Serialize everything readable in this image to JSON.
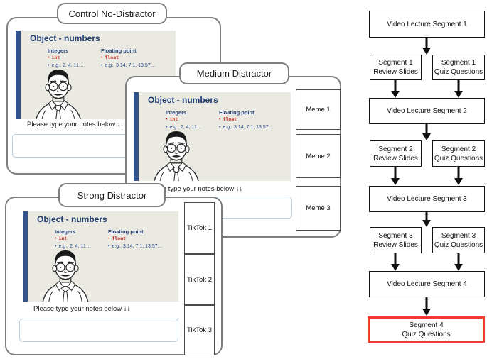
{
  "conditions": [
    {
      "label": "Control No-Distractor",
      "distractors": []
    },
    {
      "label": "Medium Distractor",
      "distractors": [
        "Meme 1",
        "Meme 2",
        "Meme 3"
      ]
    },
    {
      "label": "Strong Distractor",
      "distractors": [
        "TikTok 1",
        "TikTok 2",
        "TikTok 3"
      ]
    }
  ],
  "lecture_slide": {
    "title": "Object - numbers",
    "columns": [
      {
        "heading": "Integers",
        "code": "int",
        "example": "e.g., 2, 4, 11…"
      },
      {
        "heading": "Floating point",
        "code": "float",
        "example": "e.g., 3.14, 7.1, 13.57…"
      }
    ]
  },
  "notes_prompt": "Please type your notes below ↓↓",
  "notes_input_value": "",
  "flowchart": {
    "nodes": [
      {
        "label": "Video Lecture Segment 1"
      },
      {
        "label": "Segment 1\nReview Slides"
      },
      {
        "label": "Segment 1\nQuiz Questions"
      },
      {
        "label": "Video Lecture Segment 2"
      },
      {
        "label": "Segment 2\nReview Slides"
      },
      {
        "label": "Segment 2\nQuiz Questions"
      },
      {
        "label": "Video Lecture Segment 3"
      },
      {
        "label": "Segment 3\nReview Slides"
      },
      {
        "label": "Segment 3\nQuiz Questions"
      },
      {
        "label": "Video Lecture Segment 4"
      },
      {
        "label": "Segment 4\nQuiz Questions"
      }
    ]
  },
  "colors": {
    "slide_navy": "#1e3a6e",
    "slide_red": "#c5281c",
    "slide_background": "#eaeae3",
    "panel_border": "#7f7f7f",
    "highlight_red": "#f23a2d",
    "input_border": "#b8cfe0"
  }
}
